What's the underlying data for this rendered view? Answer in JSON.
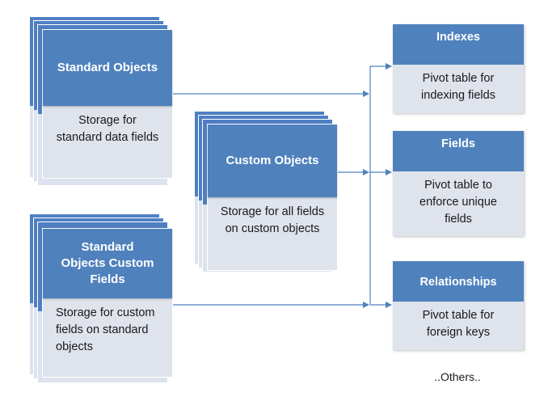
{
  "sources": [
    {
      "id": "standard-objects",
      "title": "Standard Objects",
      "description": "Storage for standard data fields"
    },
    {
      "id": "custom-objects",
      "title": "Custom Objects",
      "description": "Storage for all fields on custom objects"
    },
    {
      "id": "standard-objects-custom-fields",
      "title": "Standard Objects Custom Fields",
      "description": "Storage for custom fields on standard objects"
    }
  ],
  "targets": [
    {
      "id": "indexes",
      "title": "Indexes",
      "description": "Pivot table for indexing fields"
    },
    {
      "id": "fields",
      "title": "Fields",
      "description": "Pivot table to enforce unique fields"
    },
    {
      "id": "relationships",
      "title": "Relationships",
      "description": "Pivot table for foreign keys"
    }
  ],
  "footer_note": "..Others..",
  "colors": {
    "header": "#4f81bd",
    "body": "#dfe3ec",
    "connector": "#4f81bd"
  }
}
